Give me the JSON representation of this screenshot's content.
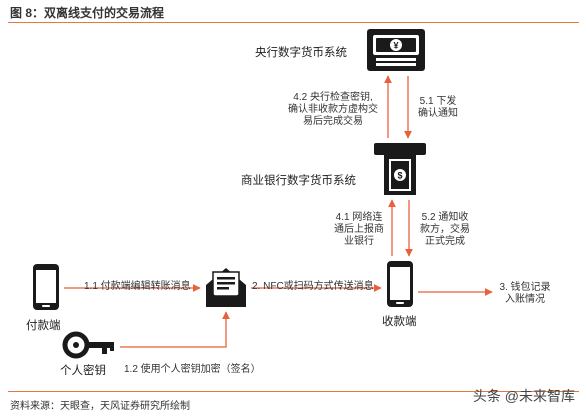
{
  "figure_title": "图 8：双离线支付的交易流程",
  "source": "资料来源：天眼查，天风证券研究所绘制",
  "watermark": "头条 @未来智库",
  "nodes": {
    "central": "央行数字货币系统",
    "commercial": "商业银行数字货币系统",
    "payer": "付款端",
    "payee": "收款端",
    "private_key": "个人密钥"
  },
  "steps": {
    "s1_1": "1.1 付款端编辑转账消息",
    "s1_2": "1.2 使用个人密钥加密（签名）",
    "s2": "2. NFC或扫码方式传送消息",
    "s3_line1": "3. 钱包记录",
    "s3_line2": "入账情况",
    "s4_1_line1": "4.1 网络连",
    "s4_1_line2": "通后上报商",
    "s4_1_line3": "业银行",
    "s4_2_line1": "4.2 央行检查密钥,",
    "s4_2_line2": "确认非收款方虚构交",
    "s4_2_line3": "易后完成交易",
    "s5_1_line1": "5.1 下发",
    "s5_1_line2": "确认通知",
    "s5_2_line1": "5.2 通知收",
    "s5_2_line2": "款方，交易",
    "s5_2_line3": "正式完成"
  },
  "colors": {
    "accent": "#e8603c",
    "icon": "#1a1a1a",
    "rule": "#e07a3e"
  }
}
